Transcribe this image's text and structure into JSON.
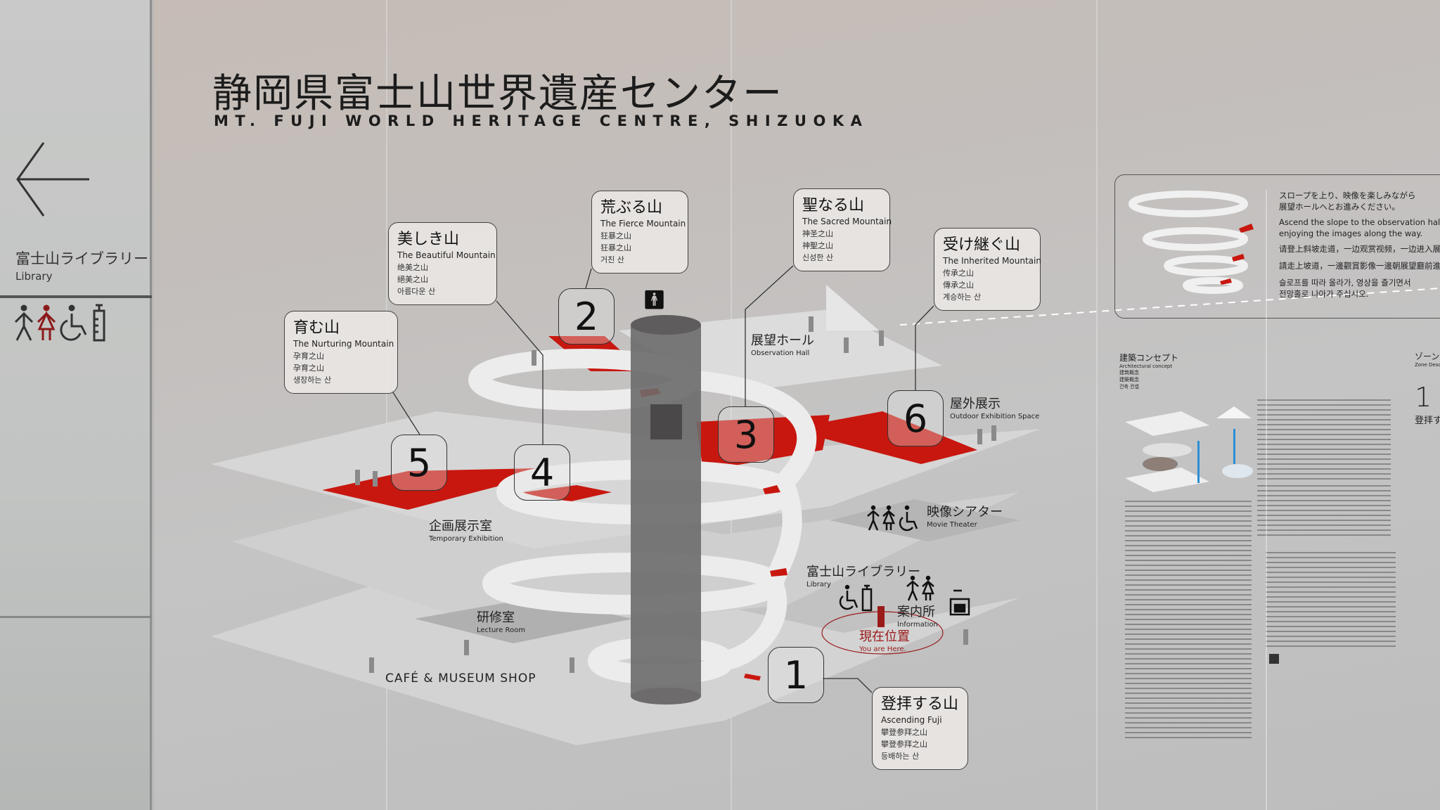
{
  "left_panel": {
    "arrow_icon": "arrow-left-icon",
    "library_ja": "富士山ライブラリー",
    "library_en": "Library",
    "icons": [
      "male-toilet-icon",
      "female-toilet-icon",
      "wheelchair-icon",
      "elevator-icon"
    ],
    "female_icon_color": "#8b1a1a"
  },
  "header": {
    "title": "静岡県富士山世界遺産センター",
    "subtitle": "MT. FUJI WORLD HERITAGE CENTRE, SHIZUOKA"
  },
  "zones": [
    {
      "number": "1",
      "ja": "登拝する山",
      "en": "Ascending Fuji",
      "zh_s": "攀登参拜之山",
      "zh_t": "攀登参拜之山",
      "ko": "등배하는 산"
    },
    {
      "number": "2",
      "ja": "荒ぶる山",
      "en": "The Fierce Mountain",
      "zh_s": "狂暴之山",
      "zh_t": "狂暴之山",
      "ko": "거친 산"
    },
    {
      "number": "3",
      "ja": "聖なる山",
      "en": "The Sacred Mountain",
      "zh_s": "神圣之山",
      "zh_t": "神聖之山",
      "ko": "신성한 산"
    },
    {
      "number": "4",
      "ja": "美しき山",
      "en": "The Beautiful Mountain",
      "zh_s": "绝美之山",
      "zh_t": "絕美之山",
      "ko": "아름다운 산"
    },
    {
      "number": "5",
      "ja": "育む山",
      "en": "The Nurturing Mountain",
      "zh_s": "孕育之山",
      "zh_t": "孕育之山",
      "ko": "생장하는 산"
    },
    {
      "number": "6",
      "ja": "受け継ぐ山",
      "en": "The Inherited Mountain",
      "zh_s": "传承之山",
      "zh_t": "傳承之山",
      "ko": "계승하는 산"
    }
  ],
  "places": {
    "observation": {
      "ja": "展望ホール",
      "en": "Observation Hall"
    },
    "outdoor": {
      "ja": "屋外展示",
      "en": "Outdoor Exhibition Space"
    },
    "theater": {
      "ja": "映像シアター",
      "en": "Movie Theater"
    },
    "library": {
      "ja": "富士山ライブラリー",
      "en": "Library"
    },
    "information": {
      "ja": "案内所",
      "en": "Information"
    },
    "here": {
      "ja": "現在位置",
      "en": "You are Here."
    },
    "temporary": {
      "ja": "企画展示室",
      "en": "Temporary Exhibition"
    },
    "lecture": {
      "ja": "研修室",
      "en": "Lecture Room"
    },
    "cafe": {
      "en": "CAFÉ & MUSEUM SHOP"
    }
  },
  "info_box": {
    "ja1": "スロープを上り、映像を楽しみながら",
    "ja2": "展望ホールへとお進みください。",
    "en1": "Ascend the slope to the observation hall,",
    "en2": "enjoying the images along the way.",
    "zh_s": "请登上斜坡走道，一边观赏视频，一边进入展馆大",
    "zh_t": "請走上坡道，一邊觀賞影像一邊朝展望廳前進。",
    "ko1": "슬로프를 따라 올라가, 영상을 즐기면서",
    "ko2": "전망홀로 나아가 주십시오."
  },
  "concept": {
    "ja": "建築コンセプト",
    "en": "Architectural concept",
    "zh_s": "建筑概念",
    "zh_t": "建築概念",
    "ko": "건축 컨셉"
  },
  "zone_desc": {
    "ja": "ゾーン解",
    "en": "Zone Descript",
    "number": "1",
    "title": "登拝す"
  },
  "colors": {
    "red": "#c8170f",
    "orange": "#e07a3a",
    "ramp": "#ececec",
    "core": "#6d6b6b"
  }
}
